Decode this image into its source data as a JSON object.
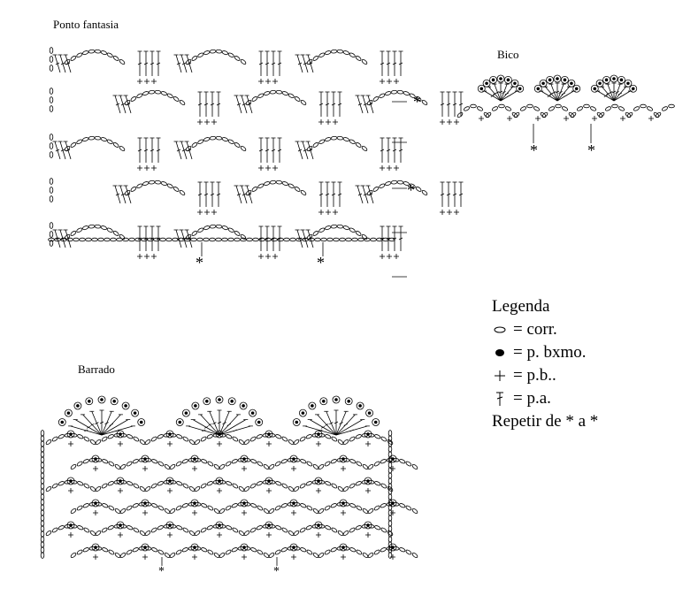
{
  "diagrams": {
    "ponto_fantasia": {
      "title": "Ponto fantasia",
      "repeat_marks": [
        "*",
        "*",
        "*",
        "*"
      ]
    },
    "bico": {
      "title": "Bico",
      "repeat_marks": [
        "*",
        "*"
      ]
    },
    "barrado": {
      "title": "Barrado",
      "repeat_marks": [
        "*",
        "*"
      ]
    }
  },
  "legend": {
    "title": "Legenda",
    "items": [
      {
        "icon": "chain-oval-icon",
        "label": "= corr."
      },
      {
        "icon": "filled-dot-icon",
        "label": "= p. bxmo."
      },
      {
        "icon": "cross-icon",
        "label": "= p.b.."
      },
      {
        "icon": "tall-stitch-icon",
        "label": "= p.a."
      }
    ],
    "repeat_note": "Repetir de * a *"
  }
}
